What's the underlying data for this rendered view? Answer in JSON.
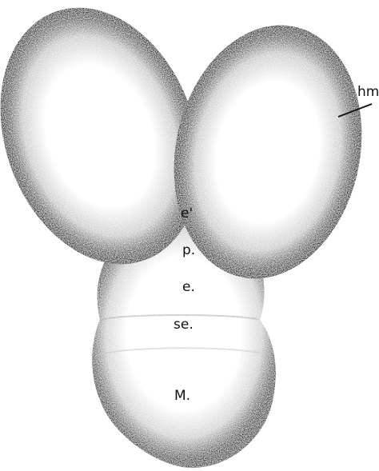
{
  "figure": {
    "labels": {
      "hm": "hm",
      "e_prime": "e'",
      "p": "p.",
      "e": "e.",
      "se": "se.",
      "m": "M."
    }
  }
}
